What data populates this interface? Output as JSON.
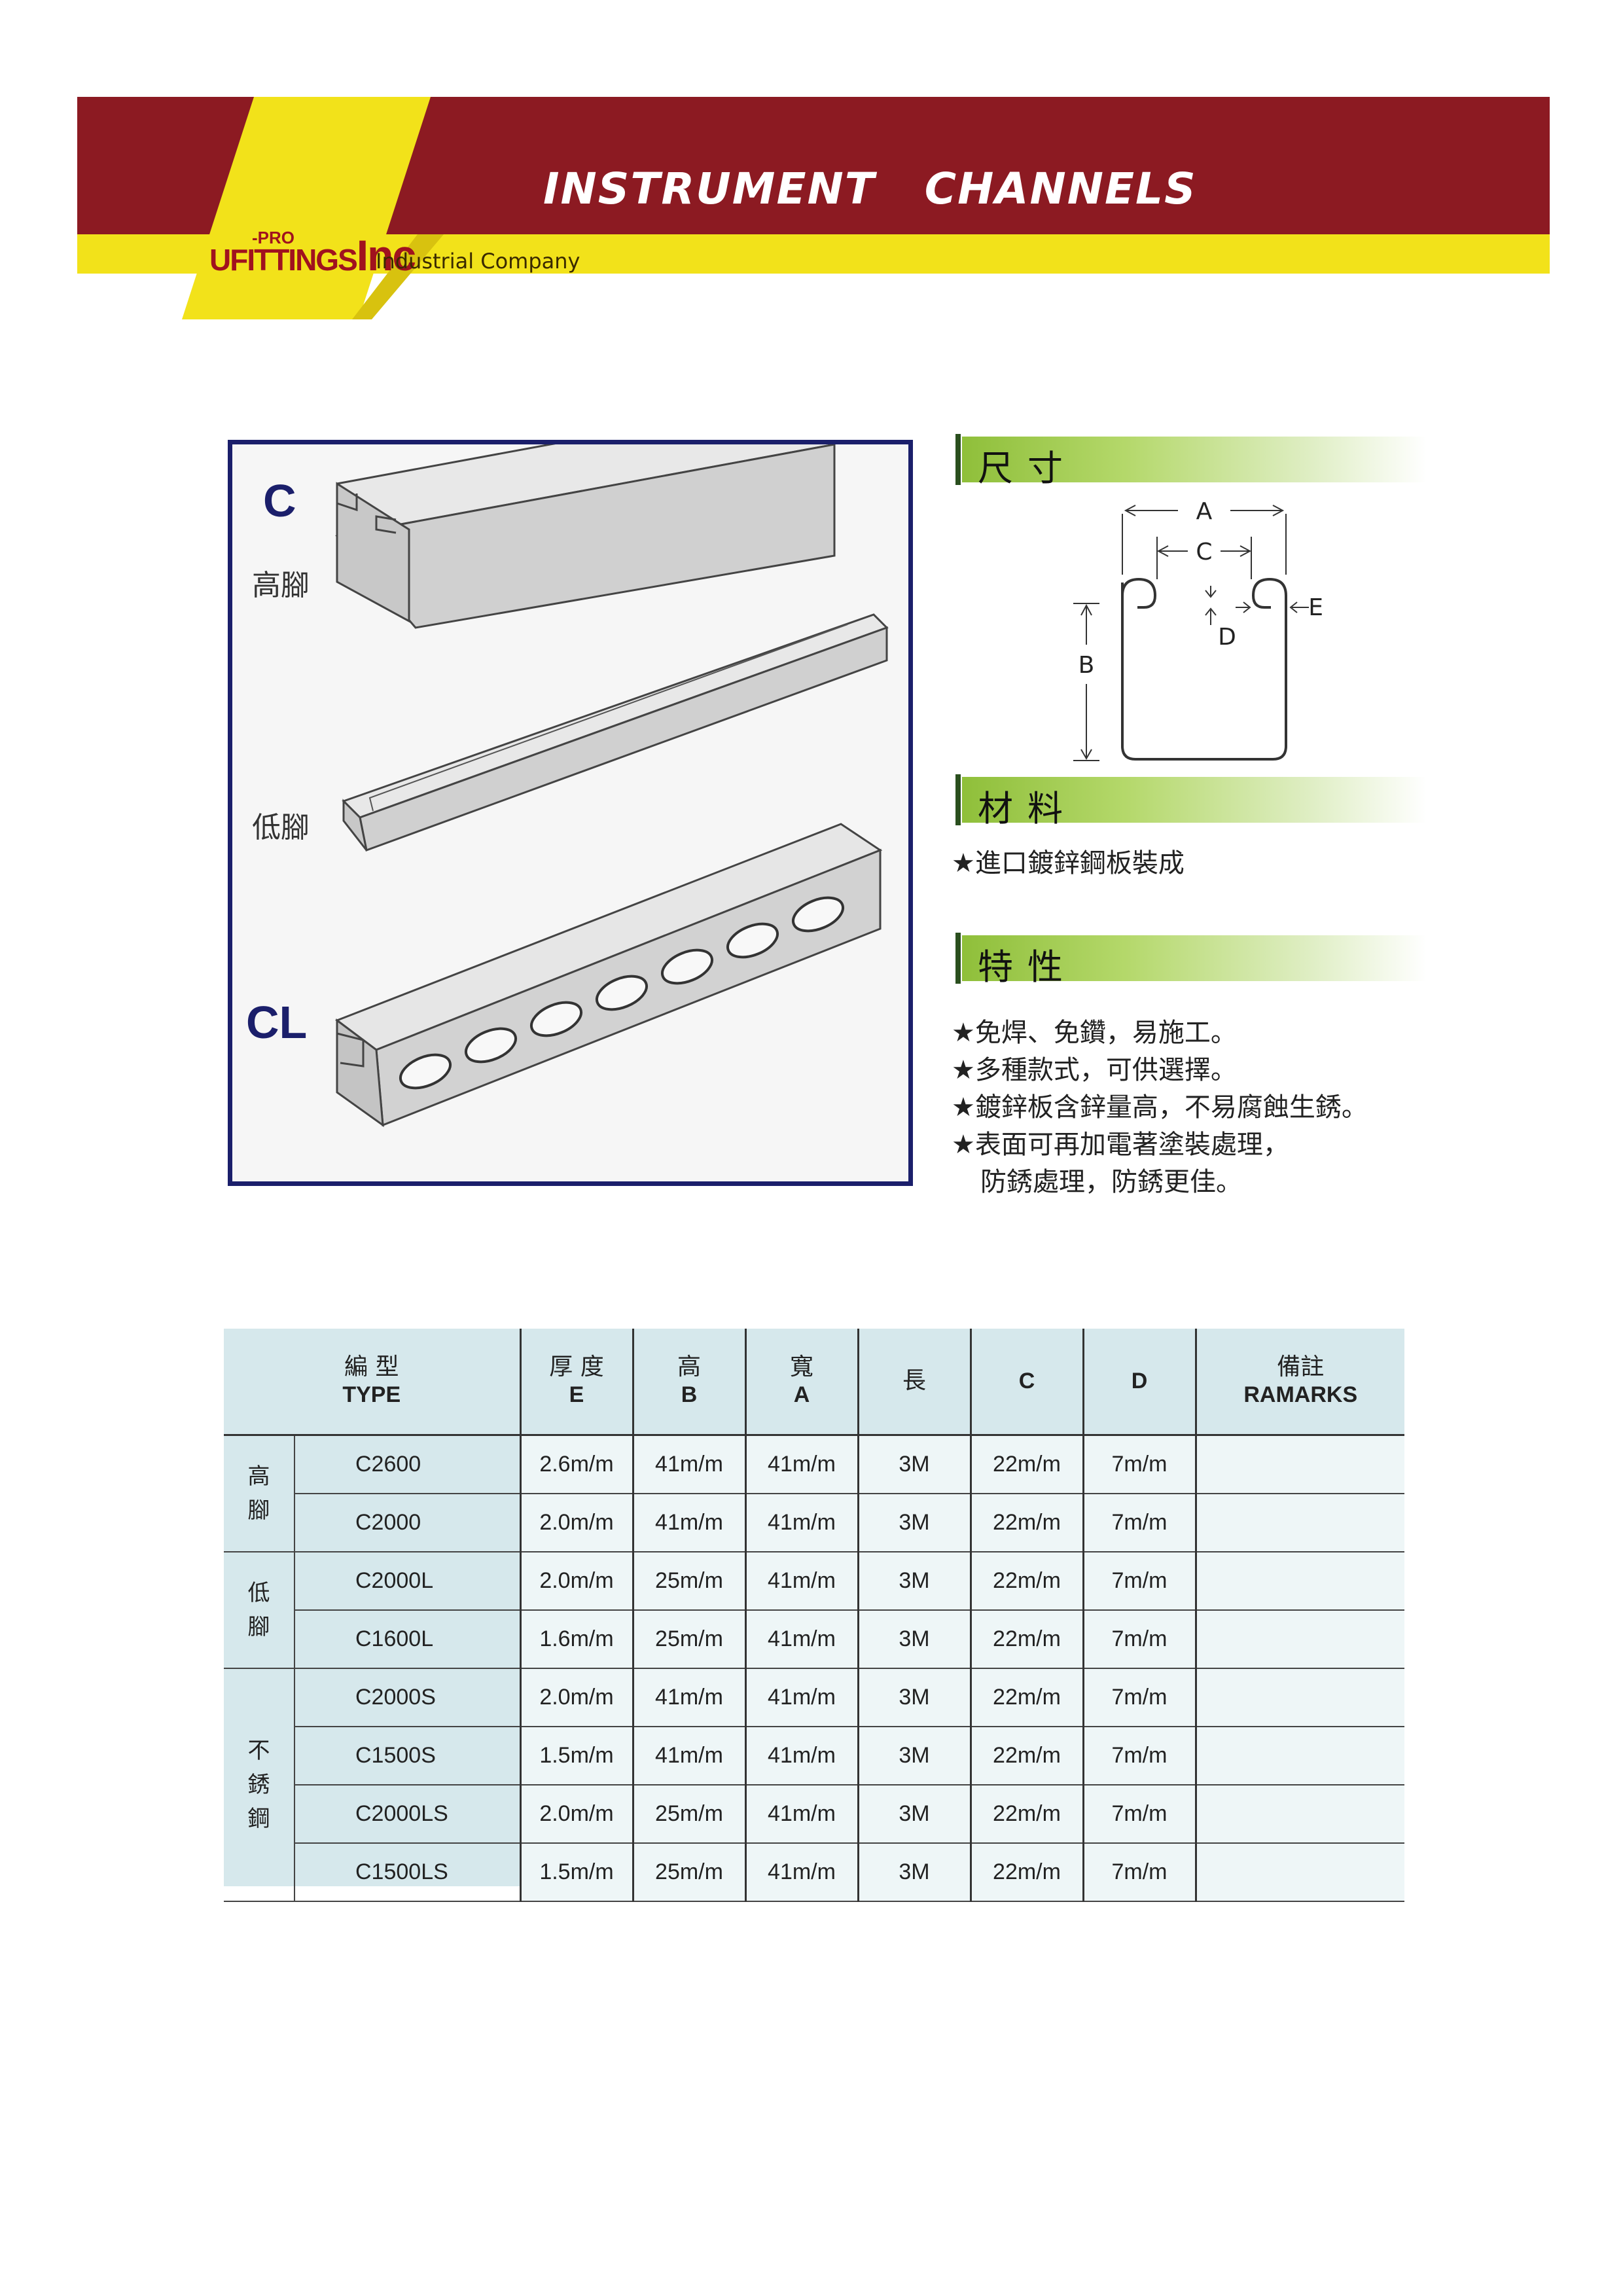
{
  "header": {
    "title": "INSTRUMENT   CHANNELS",
    "logo_main": "UFITTINGS",
    "logo_suffix": "Inc",
    "logo_pro": "-PRO",
    "company": "Industrial  Company",
    "colors": {
      "red": "#8c1a22",
      "yellow": "#f2e21a"
    }
  },
  "products": {
    "c_label": "C",
    "c_high_label": "高腳",
    "c_low_label": "低腳",
    "cl_label": "CL"
  },
  "sections": {
    "dimensions": "尺寸",
    "material": "材料",
    "features": "特性"
  },
  "diagram": {
    "a": "A",
    "b": "B",
    "c": "C",
    "d": "D",
    "e": "E"
  },
  "material_text": "★進口鍍鋅鋼板裝成",
  "features": [
    "★免焊、免鑽，易施工。",
    "★多種款式，可供選擇。",
    "★鍍鋅板含鋅量高，不易腐蝕生銹。",
    "★表面可再加電著塗裝處理，",
    "防銹處理，防銹更佳。"
  ],
  "table": {
    "headers": {
      "type_cn": "編 型",
      "type_en": "TYPE",
      "thick_cn": "厚 度",
      "thick_en": "E",
      "height_cn": "高",
      "height_en": "B",
      "width_cn": "寬",
      "width_en": "A",
      "length_cn": "長",
      "c": "C",
      "d": "D",
      "remarks_cn": "備註",
      "remarks_en": "RAMARKS"
    },
    "groups": {
      "high": "高\n腳",
      "low": "低\n腳",
      "stainless": "不\n銹\n鋼"
    },
    "rows": [
      {
        "type": "C2600",
        "e": "2.6m/m",
        "b": "41m/m",
        "a": "41m/m",
        "len": "3M",
        "c": "22m/m",
        "d": "7m/m",
        "remarks": ""
      },
      {
        "type": "C2000",
        "e": "2.0m/m",
        "b": "41m/m",
        "a": "41m/m",
        "len": "3M",
        "c": "22m/m",
        "d": "7m/m",
        "remarks": ""
      },
      {
        "type": "C2000L",
        "e": "2.0m/m",
        "b": "25m/m",
        "a": "41m/m",
        "len": "3M",
        "c": "22m/m",
        "d": "7m/m",
        "remarks": ""
      },
      {
        "type": "C1600L",
        "e": "1.6m/m",
        "b": "25m/m",
        "a": "41m/m",
        "len": "3M",
        "c": "22m/m",
        "d": "7m/m",
        "remarks": ""
      },
      {
        "type": "C2000S",
        "e": "2.0m/m",
        "b": "41m/m",
        "a": "41m/m",
        "len": "3M",
        "c": "22m/m",
        "d": "7m/m",
        "remarks": ""
      },
      {
        "type": "C1500S",
        "e": "1.5m/m",
        "b": "41m/m",
        "a": "41m/m",
        "len": "3M",
        "c": "22m/m",
        "d": "7m/m",
        "remarks": ""
      },
      {
        "type": "C2000LS",
        "e": "2.0m/m",
        "b": "25m/m",
        "a": "41m/m",
        "len": "3M",
        "c": "22m/m",
        "d": "7m/m",
        "remarks": ""
      },
      {
        "type": "C1500LS",
        "e": "1.5m/m",
        "b": "25m/m",
        "a": "41m/m",
        "len": "3M",
        "c": "22m/m",
        "d": "7m/m",
        "remarks": ""
      }
    ]
  }
}
